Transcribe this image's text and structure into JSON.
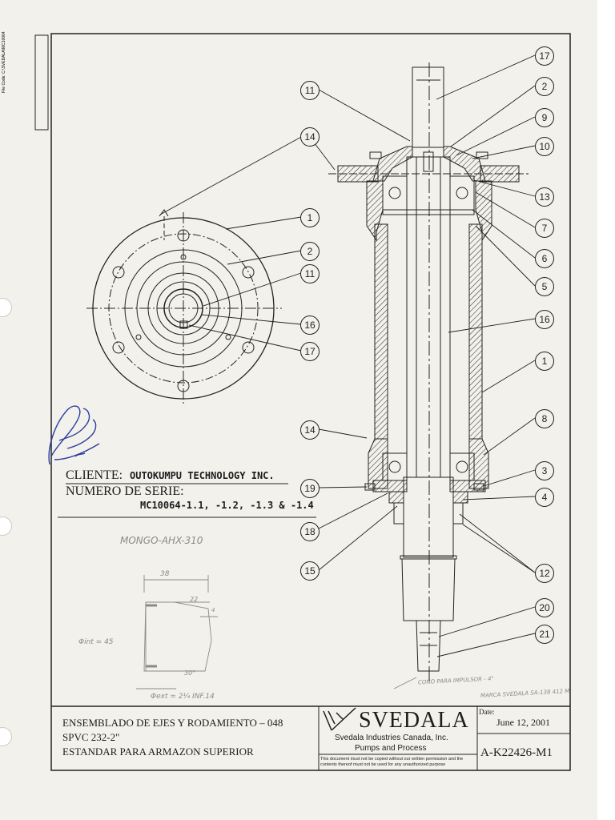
{
  "file_code": "File Code:  C:\\SVEDALA\\MC10064",
  "client": {
    "label": "CLIENTE:",
    "value": "OUTOKUMPU TECHNOLOGY INC."
  },
  "serial": {
    "label": "NUMERO DE SERIE:",
    "value": "MC10064-1.1, -1.2, -1.3 & -1.4"
  },
  "title_block": {
    "line1": "ENSEMBLADO DE EJES Y RODAMIENTO – 048",
    "line2": "SPVC 232-2\"",
    "line3": "ESTANDAR PARA ARMAZON SUPERIOR",
    "brand": "SVEDALA",
    "company_line1": "Svedala Industries Canada, Inc.",
    "company_line2": "Pumps and Process",
    "disclaimer": "This document must not be copied without our written permission and the contents thereof must not be used for any unauthorized purpose",
    "date_label": "Date:",
    "date": "June 12, 2001",
    "drawing_number": "A-K22426-M1"
  },
  "handwritten": {
    "model": "MONGO-AHX-310",
    "dim_38": "38",
    "dim_22": "22",
    "dim_4": "4",
    "dim_int": "Φint = 45",
    "dim_30": "30°",
    "dim_ext": "Φext = 2¼ INF.14",
    "cone_note_1": "CONO PARA IMPULSOR - 4\"",
    "cone_note_2": "MARCA SVEDALA SA-138 412 M"
  },
  "callouts": {
    "c17a": "17",
    "c2a": "2",
    "c9": "9",
    "c10": "10",
    "c13": "13",
    "c7": "7",
    "c6": "6",
    "c5": "5",
    "c16a": "16",
    "c1a": "1",
    "c8": "8",
    "c3": "3",
    "c4": "4",
    "c12": "12",
    "c20": "20",
    "c21": "21",
    "c11a": "11",
    "c14a": "14",
    "c1b": "1",
    "c2b": "2",
    "c11b": "11",
    "c16b": "16",
    "c17b": "17",
    "c14b": "14",
    "c19": "19",
    "c18": "18",
    "c15": "15"
  }
}
